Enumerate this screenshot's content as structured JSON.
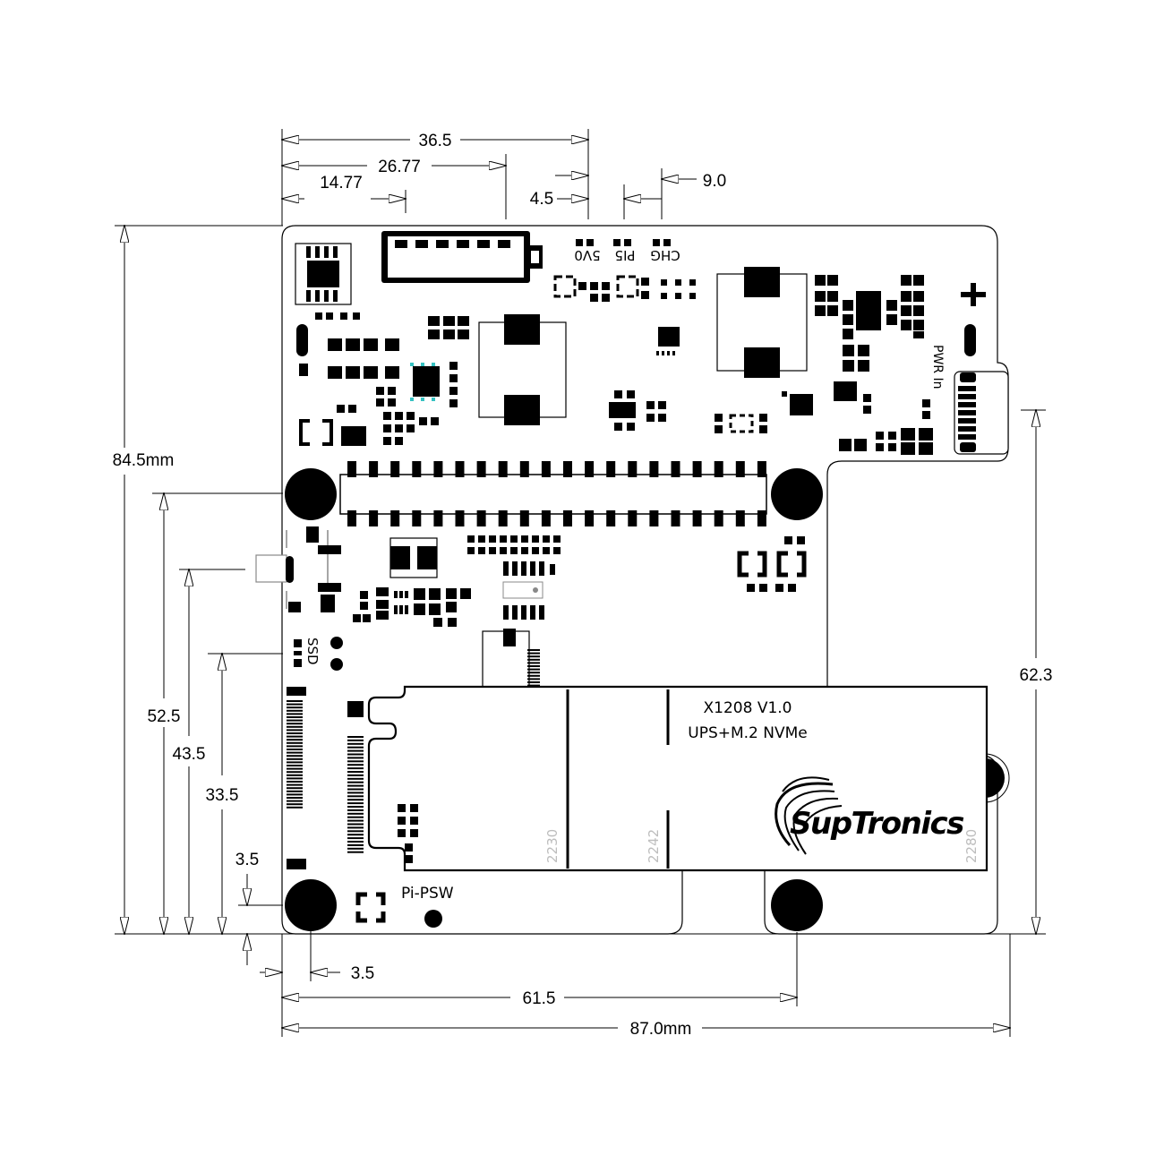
{
  "dimensions": {
    "top_36_5": "36.5",
    "top_26_77": "26.77",
    "top_14_77": "14.77",
    "top_4_5": "4.5",
    "top_9_0": "9.0",
    "left_84_5": "84.5mm",
    "left_52_5": "52.5",
    "left_43_5": "43.5",
    "left_33_5": "33.5",
    "left_3_5": "3.5",
    "right_62_3": "62.3",
    "bottom_3_5": "3.5",
    "bottom_61_5": "61.5",
    "bottom_87_0": "87.0mm"
  },
  "board": {
    "model": "X1208 V1.0",
    "subtitle": "UPS+M.2 NVMe",
    "brand": "SupTronics",
    "led_labels": [
      "CHG",
      "PI5",
      "5V0"
    ],
    "pwr_in": "PWR In",
    "ssd": "SSD",
    "pi_psw": "Pi-PSW",
    "plus_symbol": "+",
    "m2_sizes": [
      "2230",
      "2242",
      "2280"
    ]
  },
  "colors": {
    "outline": "#000000",
    "board_fill": "#ffffff",
    "silk_grey": "#bdbdbd",
    "accent_teal": "#36c2c2"
  }
}
